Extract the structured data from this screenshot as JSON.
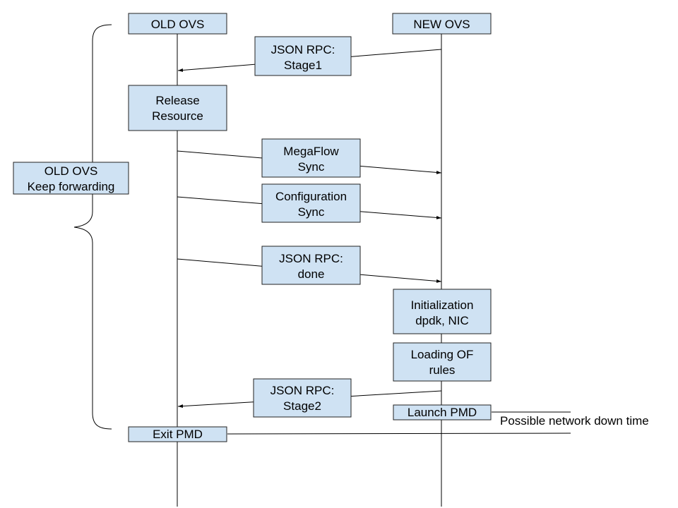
{
  "participants": {
    "old_ovs": "OLD OVS",
    "new_ovs": "NEW OVS"
  },
  "messages": {
    "json_rpc_stage1": [
      "JSON RPC:",
      "Stage1"
    ],
    "megaflow_sync": [
      "MegaFlow",
      "Sync"
    ],
    "configuration_sync": [
      "Configuration",
      "Sync"
    ],
    "json_rpc_done": [
      "JSON RPC:",
      "done"
    ],
    "json_rpc_stage2": [
      "JSON RPC:",
      "Stage2"
    ]
  },
  "steps": {
    "release_resource": [
      "Release",
      "Resource"
    ],
    "initialization": [
      "Initialization",
      "dpdk, NIC"
    ],
    "loading_of_rules": [
      "Loading OF",
      "rules"
    ],
    "launch_pmd": "Launch PMD",
    "exit_pmd": "Exit PMD"
  },
  "brace_label": [
    "OLD OVS",
    "Keep forwarding"
  ],
  "downtime_label": "Possible network down time",
  "colors": {
    "box_fill": "#cfe2f3",
    "stroke": "#222222"
  }
}
